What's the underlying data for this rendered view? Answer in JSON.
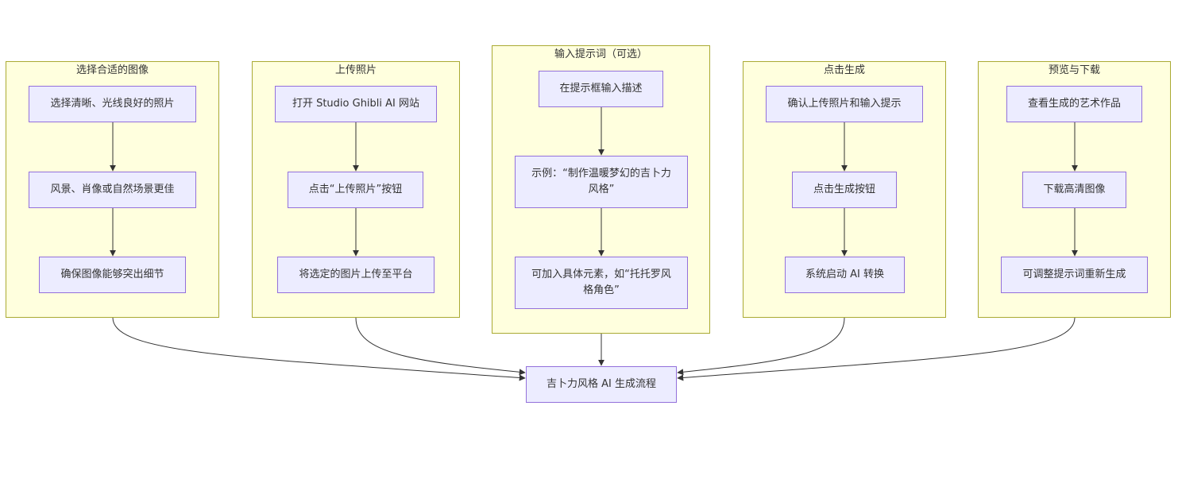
{
  "clusters": [
    {
      "title": "选择合适的图像",
      "nodes": [
        "选择清晰、光线良好的照片",
        "风景、肖像或自然场景更佳",
        "确保图像能够突出细节"
      ]
    },
    {
      "title": "上传照片",
      "nodes": [
        "打开 Studio Ghibli AI 网站",
        "点击“上传照片”按钮",
        "将选定的图片上传至平台"
      ]
    },
    {
      "title": "输入提示词（可选）",
      "nodes": [
        "在提示框输入描述",
        "示例：“制作温暖梦幻的吉卜力风格”",
        "可加入具体元素，如“托托罗风格角色”"
      ]
    },
    {
      "title": "点击生成",
      "nodes": [
        "确认上传照片和输入提示",
        "点击生成按钮",
        "系统启动 AI 转换"
      ]
    },
    {
      "title": "预览与下载",
      "nodes": [
        "查看生成的艺术作品",
        "下载高清图像",
        "可调整提示词重新生成"
      ]
    }
  ],
  "final_node": "吉卜力风格 AI 生成流程",
  "colors": {
    "cluster_fill": "#ffffde",
    "cluster_stroke": "#aaaa33",
    "node_fill": "#ececff",
    "node_stroke": "#9370db",
    "edge": "#333333"
  }
}
